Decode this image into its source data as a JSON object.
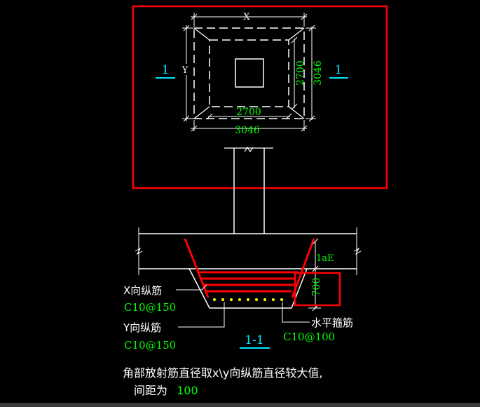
{
  "plan": {
    "dim_top": "X",
    "dim_left": "Y",
    "dim_inner_height": "2700",
    "dim_outer_height": "3046",
    "dim_inner_width": "2700",
    "dim_outer_width": "3046",
    "section_mark_left": "1",
    "section_mark_right": "1"
  },
  "section": {
    "lae_label": "1aE",
    "height_label": "700",
    "x_rebar_label": "X向纵筋",
    "x_rebar_spec": "C10@150",
    "y_rebar_label": "Y向纵筋",
    "y_rebar_spec": "C10@150",
    "stirrup_label": "水平箍筋",
    "stirrup_spec": "C10@100",
    "section_title": "1-1"
  },
  "note": {
    "line1": "角部放射筋直径取x\\y向纵筋直径较大值,",
    "line2_prefix": "间距为",
    "line2_value": "100"
  },
  "colors": {
    "white": "#ffffff",
    "red": "#ff0000",
    "green": "#00ff00",
    "cyan": "#00e5ff",
    "yellow": "#ffff00"
  }
}
